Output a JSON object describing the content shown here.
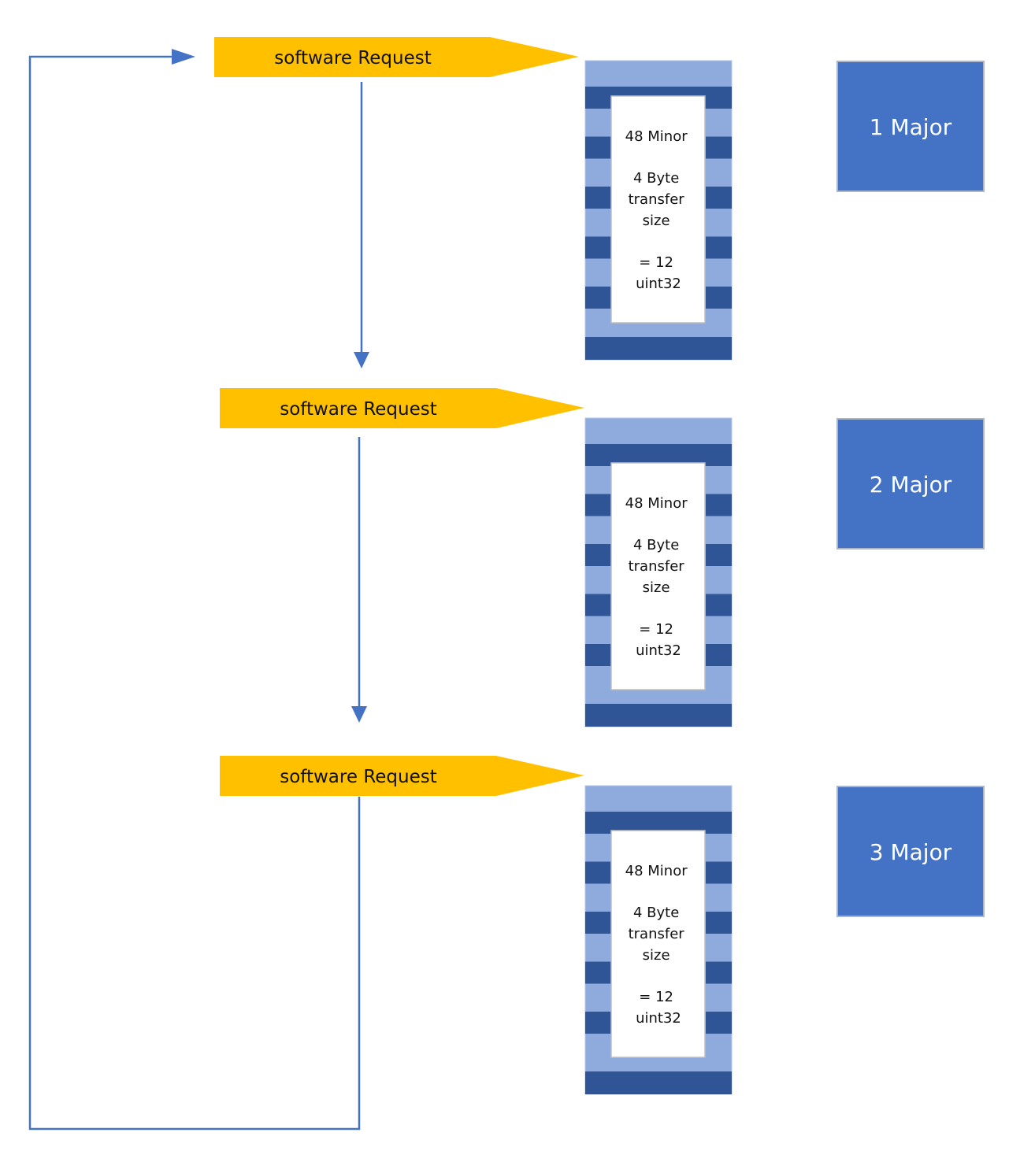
{
  "colors": {
    "arrow_fill": "#FFC000",
    "connector": "#4472C4",
    "stripe_light": "#8FAADC",
    "stripe_dark": "#2F5597",
    "major_box": "#4472C4",
    "major_border": "#A9B7CC",
    "text_dark": "#111111",
    "text_light": "#ffffff"
  },
  "requests": [
    {
      "label": "software Request"
    },
    {
      "label": "software Request"
    },
    {
      "label": "software Request"
    }
  ],
  "buffers": [
    {
      "lines": [
        "48 Minor",
        "",
        "4 Byte",
        "transfer",
        "size",
        "",
        "= 12",
        "uint32"
      ]
    },
    {
      "lines": [
        "48 Minor",
        "",
        "4 Byte",
        "transfer",
        "size",
        "",
        "= 12",
        "uint32"
      ]
    },
    {
      "lines": [
        "48 Minor",
        "",
        "4 Byte",
        "transfer",
        "size",
        "",
        "= 12",
        "uint32"
      ]
    }
  ],
  "majors": [
    {
      "label": "1 Major"
    },
    {
      "label": "2 Major"
    },
    {
      "label": "3 Major"
    }
  ]
}
